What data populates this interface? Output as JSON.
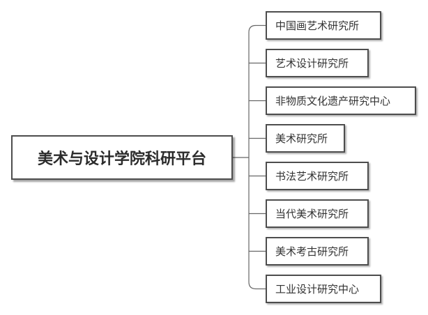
{
  "root": {
    "label": "美术与设计学院科研平台"
  },
  "children": [
    {
      "label": "中国画艺术研究所"
    },
    {
      "label": "艺术设计研究所"
    },
    {
      "label": "非物质文化遗产研究中心"
    },
    {
      "label": "美术研究所"
    },
    {
      "label": "书法艺术研究所"
    },
    {
      "label": "当代美术研究所"
    },
    {
      "label": "美术考古研究所"
    },
    {
      "label": "工业设计研究中心"
    }
  ],
  "colors": {
    "border": "#4d4d4d",
    "connector": "#666666",
    "text": "#333333",
    "background": "#ffffff"
  }
}
